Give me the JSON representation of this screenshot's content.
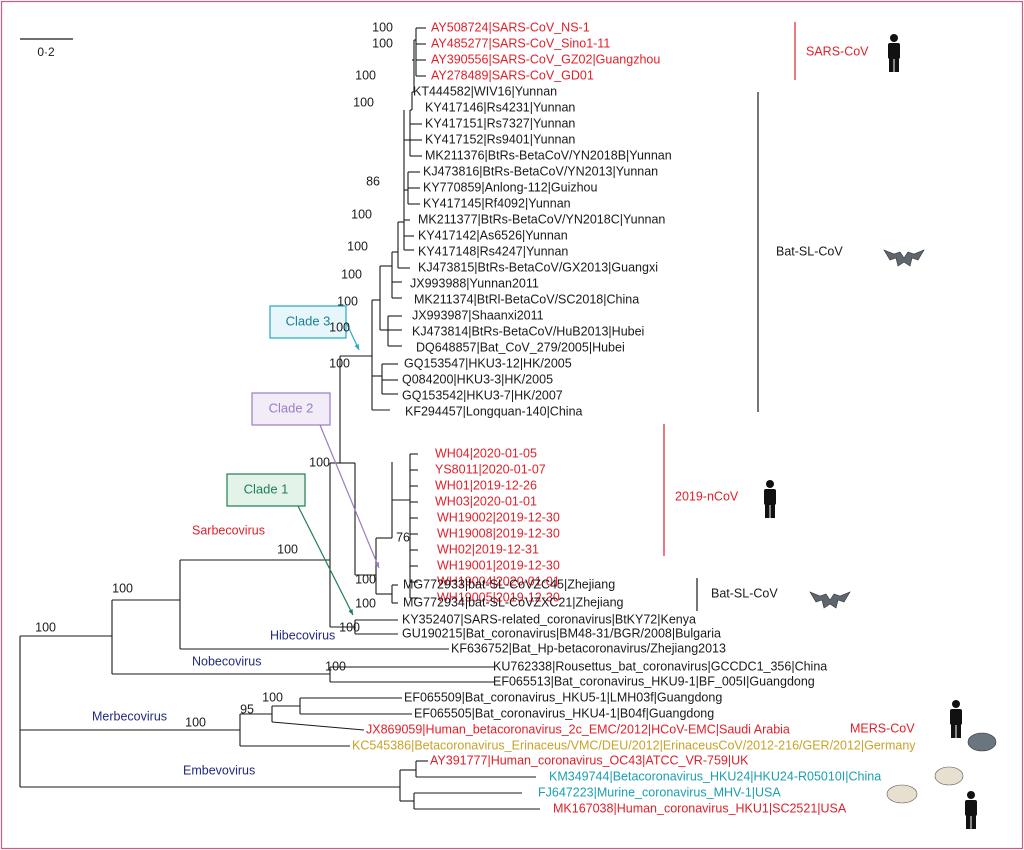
{
  "scale_bar": {
    "label": "0·2"
  },
  "colors": {
    "black": "#1a1a1a",
    "red": "#e0202a",
    "olive": "#c9a227",
    "teal": "#1a9fb0",
    "navy": "#222a7a",
    "clade3": "#29a8c2",
    "clade2": "#9b7cc1",
    "clade1": "#1e7f4f",
    "frame": "#d05a86"
  },
  "clade_boxes": [
    {
      "label": "Clade 3",
      "color": "#29a8c2",
      "fill": "#e6f6fa"
    },
    {
      "label": "Clade 2",
      "color": "#9b7cc1",
      "fill": "#f1ecf8"
    },
    {
      "label": "Clade 1",
      "color": "#1e7f4f",
      "fill": "#e4f3ea"
    }
  ],
  "genus_labels": [
    {
      "text": "Sarbecovirus",
      "color": "#e0202a"
    },
    {
      "text": "Hibecovirus",
      "color": "#222a7a"
    },
    {
      "text": "Nobecovirus",
      "color": "#222a7a"
    },
    {
      "text": "Merbecovirus",
      "color": "#222a7a"
    },
    {
      "text": "Embevovirus",
      "color": "#222a7a"
    }
  ],
  "group_labels": [
    {
      "text": "SARS-CoV",
      "color": "#e0202a",
      "icon": "human-icon"
    },
    {
      "text": "Bat-SL-CoV",
      "color": "#1a1a1a",
      "icon": "bat-icon"
    },
    {
      "text": "2019-nCoV",
      "color": "#e0202a",
      "icon": "human-icon"
    },
    {
      "text": "Bat-SL-CoV",
      "color": "#1a1a1a",
      "icon": "bat-icon"
    },
    {
      "text": "MERS-CoV",
      "color": "#e0202a",
      "icon": "human-icon"
    }
  ],
  "bootstrap_values": [
    "100",
    "100",
    "100",
    "100",
    "86",
    "100",
    "100",
    "100",
    "100",
    "100",
    "100",
    "76",
    "100",
    "100",
    "100",
    "100",
    "100",
    "100",
    "100",
    "95",
    "100",
    "100",
    "100"
  ],
  "taxa": [
    {
      "label": "AY508724|SARS-CoV_NS-1",
      "color": "#e0202a"
    },
    {
      "label": "AY485277|SARS-CoV_Sino1-11",
      "color": "#e0202a"
    },
    {
      "label": "AY390556|SARS-CoV_GZ02|Guangzhou",
      "color": "#e0202a"
    },
    {
      "label": "AY278489|SARS-CoV_GD01",
      "color": "#e0202a"
    },
    {
      "label": "KT444582|WIV16|Yunnan",
      "color": "#1a1a1a"
    },
    {
      "label": "KY417146|Rs4231|Yunnan",
      "color": "#1a1a1a"
    },
    {
      "label": "KY417151|Rs7327|Yunnan",
      "color": "#1a1a1a"
    },
    {
      "label": "KY417152|Rs9401|Yunnan",
      "color": "#1a1a1a"
    },
    {
      "label": "MK211376|BtRs-BetaCoV/YN2018B|Yunnan",
      "color": "#1a1a1a"
    },
    {
      "label": "KJ473816|BtRs-BetaCoV/YN2013|Yunnan",
      "color": "#1a1a1a"
    },
    {
      "label": "KY770859|Anlong-112|Guizhou",
      "color": "#1a1a1a"
    },
    {
      "label": "KY417145|Rf4092|Yunnan",
      "color": "#1a1a1a"
    },
    {
      "label": "MK211377|BtRs-BetaCoV/YN2018C|Yunnan",
      "color": "#1a1a1a"
    },
    {
      "label": "KY417142|As6526|Yunnan",
      "color": "#1a1a1a"
    },
    {
      "label": "KY417148|Rs4247|Yunnan",
      "color": "#1a1a1a"
    },
    {
      "label": "KJ473815|BtRs-BetaCoV/GX2013|Guangxi",
      "color": "#1a1a1a"
    },
    {
      "label": "JX993988|Yunnan2011",
      "color": "#1a1a1a"
    },
    {
      "label": "MK211374|BtRl-BetaCoV/SC2018|China",
      "color": "#1a1a1a"
    },
    {
      "label": "JX993987|Shaanxi2011",
      "color": "#1a1a1a"
    },
    {
      "label": "KJ473814|BtRs-BetaCoV/HuB2013|Hubei",
      "color": "#1a1a1a"
    },
    {
      "label": "DQ648857|Bat_CoV_279/2005|Hubei",
      "color": "#1a1a1a"
    },
    {
      "label": "GQ153547|HKU3-12|HK/2005",
      "color": "#1a1a1a"
    },
    {
      "label": "Q084200|HKU3-3|HK/2005",
      "color": "#1a1a1a"
    },
    {
      "label": "GQ153542|HKU3-7|HK/2007",
      "color": "#1a1a1a"
    },
    {
      "label": "KF294457|Longquan-140|China",
      "color": "#1a1a1a"
    },
    {
      "label": "WH04|2020-01-05",
      "color": "#e0202a"
    },
    {
      "label": "YS8011|2020-01-07",
      "color": "#e0202a"
    },
    {
      "label": "WH01|2019-12-26",
      "color": "#e0202a"
    },
    {
      "label": "WH03|2020-01-01",
      "color": "#e0202a"
    },
    {
      "label": "WH19002|2019-12-30",
      "color": "#e0202a"
    },
    {
      "label": "WH19008|2019-12-30",
      "color": "#e0202a"
    },
    {
      "label": "WH02|2019-12-31",
      "color": "#e0202a"
    },
    {
      "label": "WH19001|2019-12-30",
      "color": "#e0202a"
    },
    {
      "label": "WH19004|2020-01-01",
      "color": "#e0202a"
    },
    {
      "label": "WH19005|2019-12-30",
      "color": "#e0202a"
    },
    {
      "label": "MG772933|bat-SL-CoVZC45|Zhejiang",
      "color": "#1a1a1a"
    },
    {
      "label": "MG772934|bat-SL-CoVZXC21|Zhejiang",
      "color": "#1a1a1a"
    },
    {
      "label": "KY352407|SARS-related_coronavirus|BtKY72|Kenya",
      "color": "#1a1a1a"
    },
    {
      "label": "GU190215|Bat_coronavirus|BM48-31/BGR/2008|Bulgaria",
      "color": "#1a1a1a"
    },
    {
      "label": "KF636752|Bat_Hp-betacoronavirus/Zhejiang2013",
      "color": "#1a1a1a"
    },
    {
      "label": "KU762338|Rousettus_bat_coronavirus|GCCDC1_356|China",
      "color": "#1a1a1a"
    },
    {
      "label": "EF065513|Bat_coronavirus_HKU9-1|BF_005I|Guangdong",
      "color": "#1a1a1a"
    },
    {
      "label": "EF065509|Bat_coronavirus_HKU5-1|LMH03f|Guangdong",
      "color": "#1a1a1a"
    },
    {
      "label": "EF065505|Bat_coronavirus_HKU4-1|B04f|Guangdong",
      "color": "#1a1a1a"
    },
    {
      "label": "JX869059|Human_betacoronavirus_2c_EMC/2012|HCoV-EMC|Saudi Arabia",
      "color": "#e0202a"
    },
    {
      "label": "KC545386|Betacoronavirus_Erinaceus/VMC/DEU/2012|ErinaceusCoV/2012-216/GER/2012|Germany",
      "color": "#c9a227"
    },
    {
      "label": "AY391777|Human_coronavirus_OC43|ATCC_VR-759|UK",
      "color": "#e0202a"
    },
    {
      "label": "KM349744|Betacoronavirus_HKU24|HKU24-R05010I|China",
      "color": "#1a9fb0"
    },
    {
      "label": "FJ647223|Murine_coronavirus_MHV-1|USA",
      "color": "#1a9fb0"
    },
    {
      "label": "MK167038|Human_coronavirus_HKU1|SC2521|USA",
      "color": "#e0202a"
    }
  ]
}
